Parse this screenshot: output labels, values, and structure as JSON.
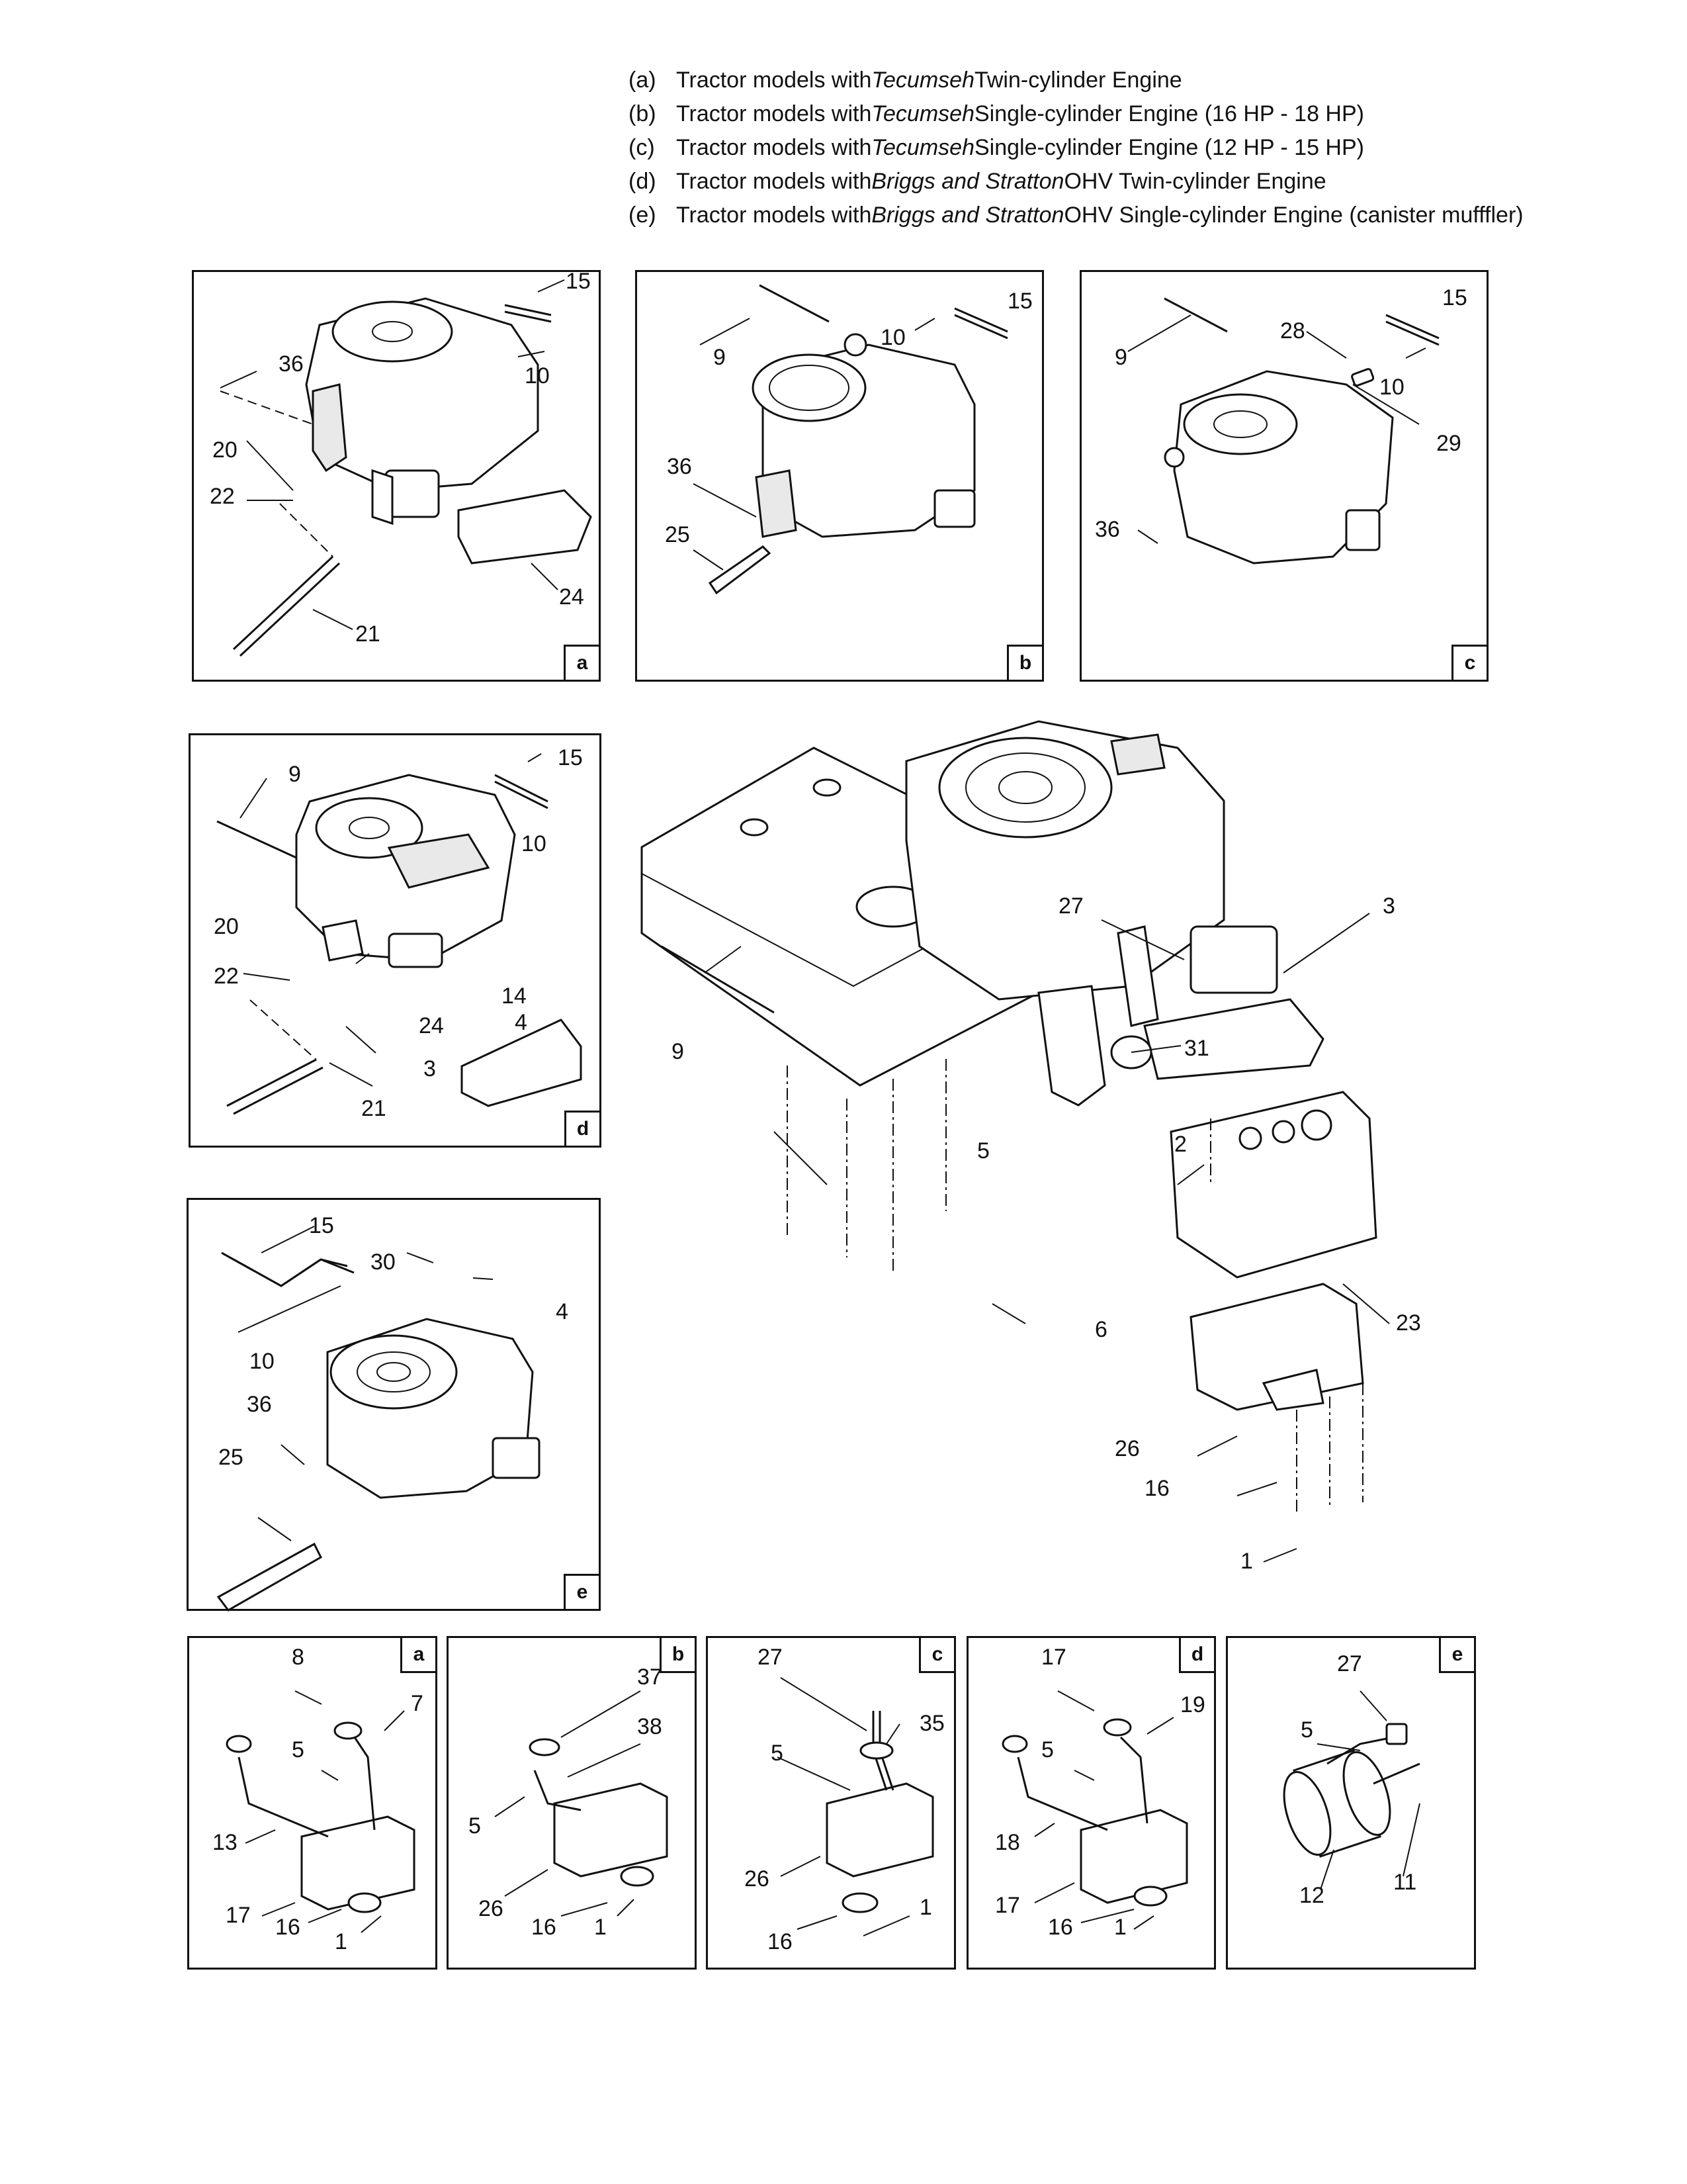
{
  "legend": [
    {
      "key": "(a)",
      "pre": "Tractor models with ",
      "em": "Tecumseh",
      "post": " Twin-cylinder Engine"
    },
    {
      "key": "(b)",
      "pre": "Tractor models with ",
      "em": "Tecumseh",
      "post": " Single-cylinder Engine (16 HP - 18 HP)"
    },
    {
      "key": "(c)",
      "pre": "Tractor models with ",
      "em": "Tecumseh",
      "post": " Single-cylinder Engine (12 HP - 15 HP)"
    },
    {
      "key": "(d)",
      "pre": "Tractor models with ",
      "em": "Briggs and Stratton",
      "post": " OHV Twin-cylinder Engine"
    },
    {
      "key": "(e)",
      "pre": "Tractor models with ",
      "em": "Briggs and Stratton",
      "post": " OHV Single-cylinder Engine (canister mufffler)"
    }
  ],
  "panels": {
    "top_a": {
      "tag": "a",
      "callouts": [
        "15",
        "36",
        "10",
        "20",
        "22",
        "24",
        "21"
      ]
    },
    "top_b": {
      "tag": "b",
      "callouts": [
        "9",
        "10",
        "15",
        "36",
        "25"
      ]
    },
    "top_c": {
      "tag": "c",
      "callouts": [
        "9",
        "15",
        "28",
        "10",
        "29",
        "36"
      ]
    },
    "mid_d": {
      "tag": "d",
      "callouts": [
        "9",
        "15",
        "10",
        "20",
        "22",
        "14",
        "4",
        "24",
        "3",
        "21"
      ]
    },
    "mid_e": {
      "tag": "e",
      "callouts": [
        "15",
        "30",
        "4",
        "10",
        "36",
        "25"
      ]
    },
    "main": {
      "callouts": [
        "27",
        "3",
        "9",
        "31",
        "5",
        "2",
        "6",
        "23",
        "26",
        "16",
        "1"
      ]
    },
    "bot_a": {
      "tag": "a",
      "callouts": [
        "8",
        "7",
        "5",
        "13",
        "17",
        "16",
        "1"
      ]
    },
    "bot_b": {
      "tag": "b",
      "callouts": [
        "37",
        "38",
        "5",
        "26",
        "16",
        "1"
      ]
    },
    "bot_c": {
      "tag": "c",
      "callouts": [
        "27",
        "35",
        "5",
        "26",
        "1",
        "16"
      ]
    },
    "bot_d": {
      "tag": "d",
      "callouts": [
        "17",
        "19",
        "5",
        "18",
        "17",
        "16",
        "1"
      ]
    },
    "bot_e": {
      "tag": "e",
      "callouts": [
        "27",
        "5",
        "12",
        "11"
      ]
    }
  }
}
